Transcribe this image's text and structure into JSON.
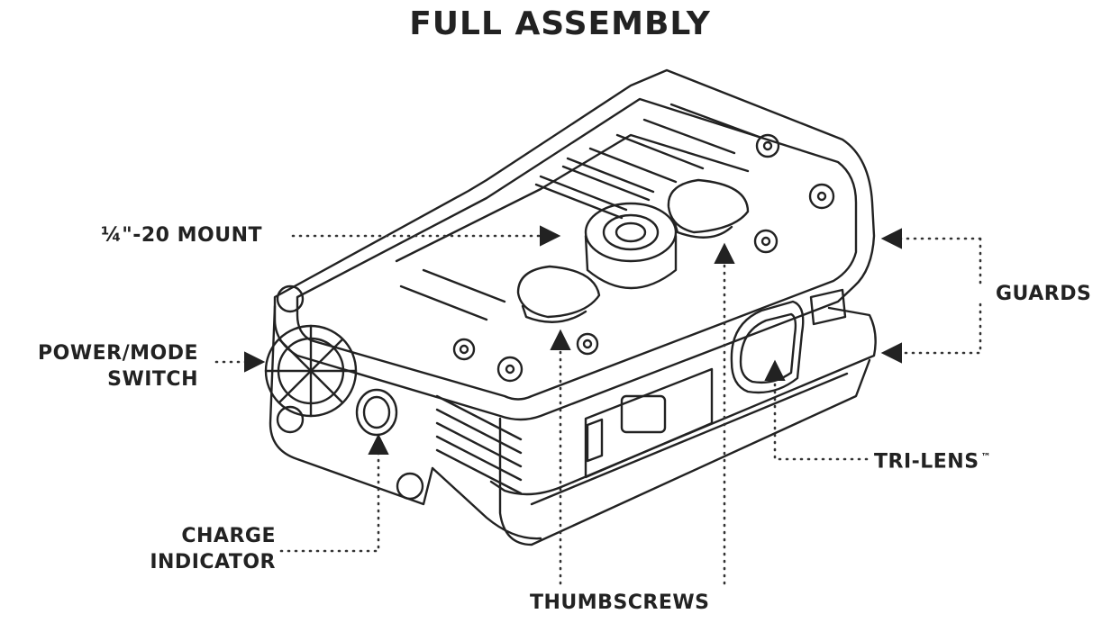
{
  "title": "FULL ASSEMBLY",
  "labels": {
    "mount": "¼\"-20 MOUNT",
    "guards": "GUARDS",
    "power_mode_line1": "POWER/MODE",
    "power_mode_line2": "SWITCH",
    "tri_lens": "TRI-LENS",
    "tri_lens_mark": "™",
    "charge_line1": "CHARGE",
    "charge_line2": "INDICATOR",
    "thumbscrews": "THUMBSCREWS"
  },
  "colors": {
    "ink": "#222222",
    "background": "#ffffff"
  }
}
